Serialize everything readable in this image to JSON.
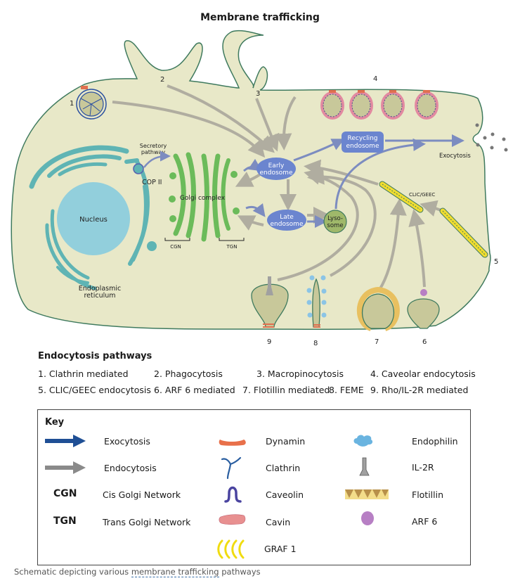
{
  "title": "Membrane trafficking",
  "diagram_labels": {
    "secretory_pathway": [
      "Secretory",
      "pathway"
    ],
    "cop2": "COP II",
    "nucleus": "Nucleus",
    "er": [
      "Endoplasmic",
      "reticulum"
    ],
    "golgi": "Golgi complex",
    "cgn": "CGN",
    "tgn": "TGN",
    "early_endosome": [
      "Early",
      "endosome"
    ],
    "late_endosome": [
      "Late",
      "endosome"
    ],
    "recycling_endosome": [
      "Recycling",
      "endosome"
    ],
    "lysosome": [
      "Lyso-",
      "some"
    ],
    "exocytosis": "Exocytosis",
    "clic_geec": "CLIC/GEEC",
    "pathway_numbers": [
      "1",
      "2",
      "3",
      "4",
      "5",
      "6",
      "7",
      "8",
      "9"
    ]
  },
  "pathways": {
    "title": "Endocytosis pathways",
    "items": [
      "1. Clathrin mediated",
      "2. Phagocytosis",
      "3. Macropinocytosis",
      "4. Caveolar endocytosis",
      "5. CLIC/GEEC endocytosis",
      "6. ARF 6 mediated",
      "7. Flotillin mediated",
      "8. FEME",
      "9. Rho/IL-2R mediated"
    ]
  },
  "key": {
    "title": "Key",
    "items": [
      {
        "symbol": "blue-arrow-icon",
        "label": "Exocytosis"
      },
      {
        "symbol": "gray-arrow-icon",
        "label": "Endocytosis"
      },
      {
        "symbol_text": "CGN",
        "label": "Cis Golgi Network"
      },
      {
        "symbol_text": "TGN",
        "label": "Trans Golgi Network"
      },
      {
        "symbol": "dynamin-icon",
        "label": "Dynamin"
      },
      {
        "symbol": "clathrin-icon",
        "label": "Clathrin"
      },
      {
        "symbol": "caveolin-icon",
        "label": "Caveolin"
      },
      {
        "symbol": "cavin-icon",
        "label": "Cavin"
      },
      {
        "symbol": "graf1-icon",
        "label": "GRAF 1"
      },
      {
        "symbol": "endophilin-icon",
        "label": "Endophilin"
      },
      {
        "symbol": "il2r-icon",
        "label": "IL-2R"
      },
      {
        "symbol": "flotillin-icon",
        "label": "Flotillin"
      },
      {
        "symbol": "arf6-icon",
        "label": "ARF 6"
      }
    ]
  },
  "colors": {
    "cytoplasm": "#e8e8c8",
    "membrane": "#3f7a5e",
    "nucleus": "#92cfdc",
    "er": "#5fb4b4",
    "golgi": "#6bbb5a",
    "endosome": "#6b85cf",
    "lysosome": "#9fb86a",
    "endocytosis_arrow": "#b0ada0",
    "exocytosis_arrow": "#7c8cc0",
    "key_exocytosis": "#1f4f95",
    "key_endocytosis": "#8a8a8a"
  },
  "caption": {
    "prefix": "Schematic depicting various ",
    "link": "membrane trafficking",
    "suffix": " pathways"
  }
}
